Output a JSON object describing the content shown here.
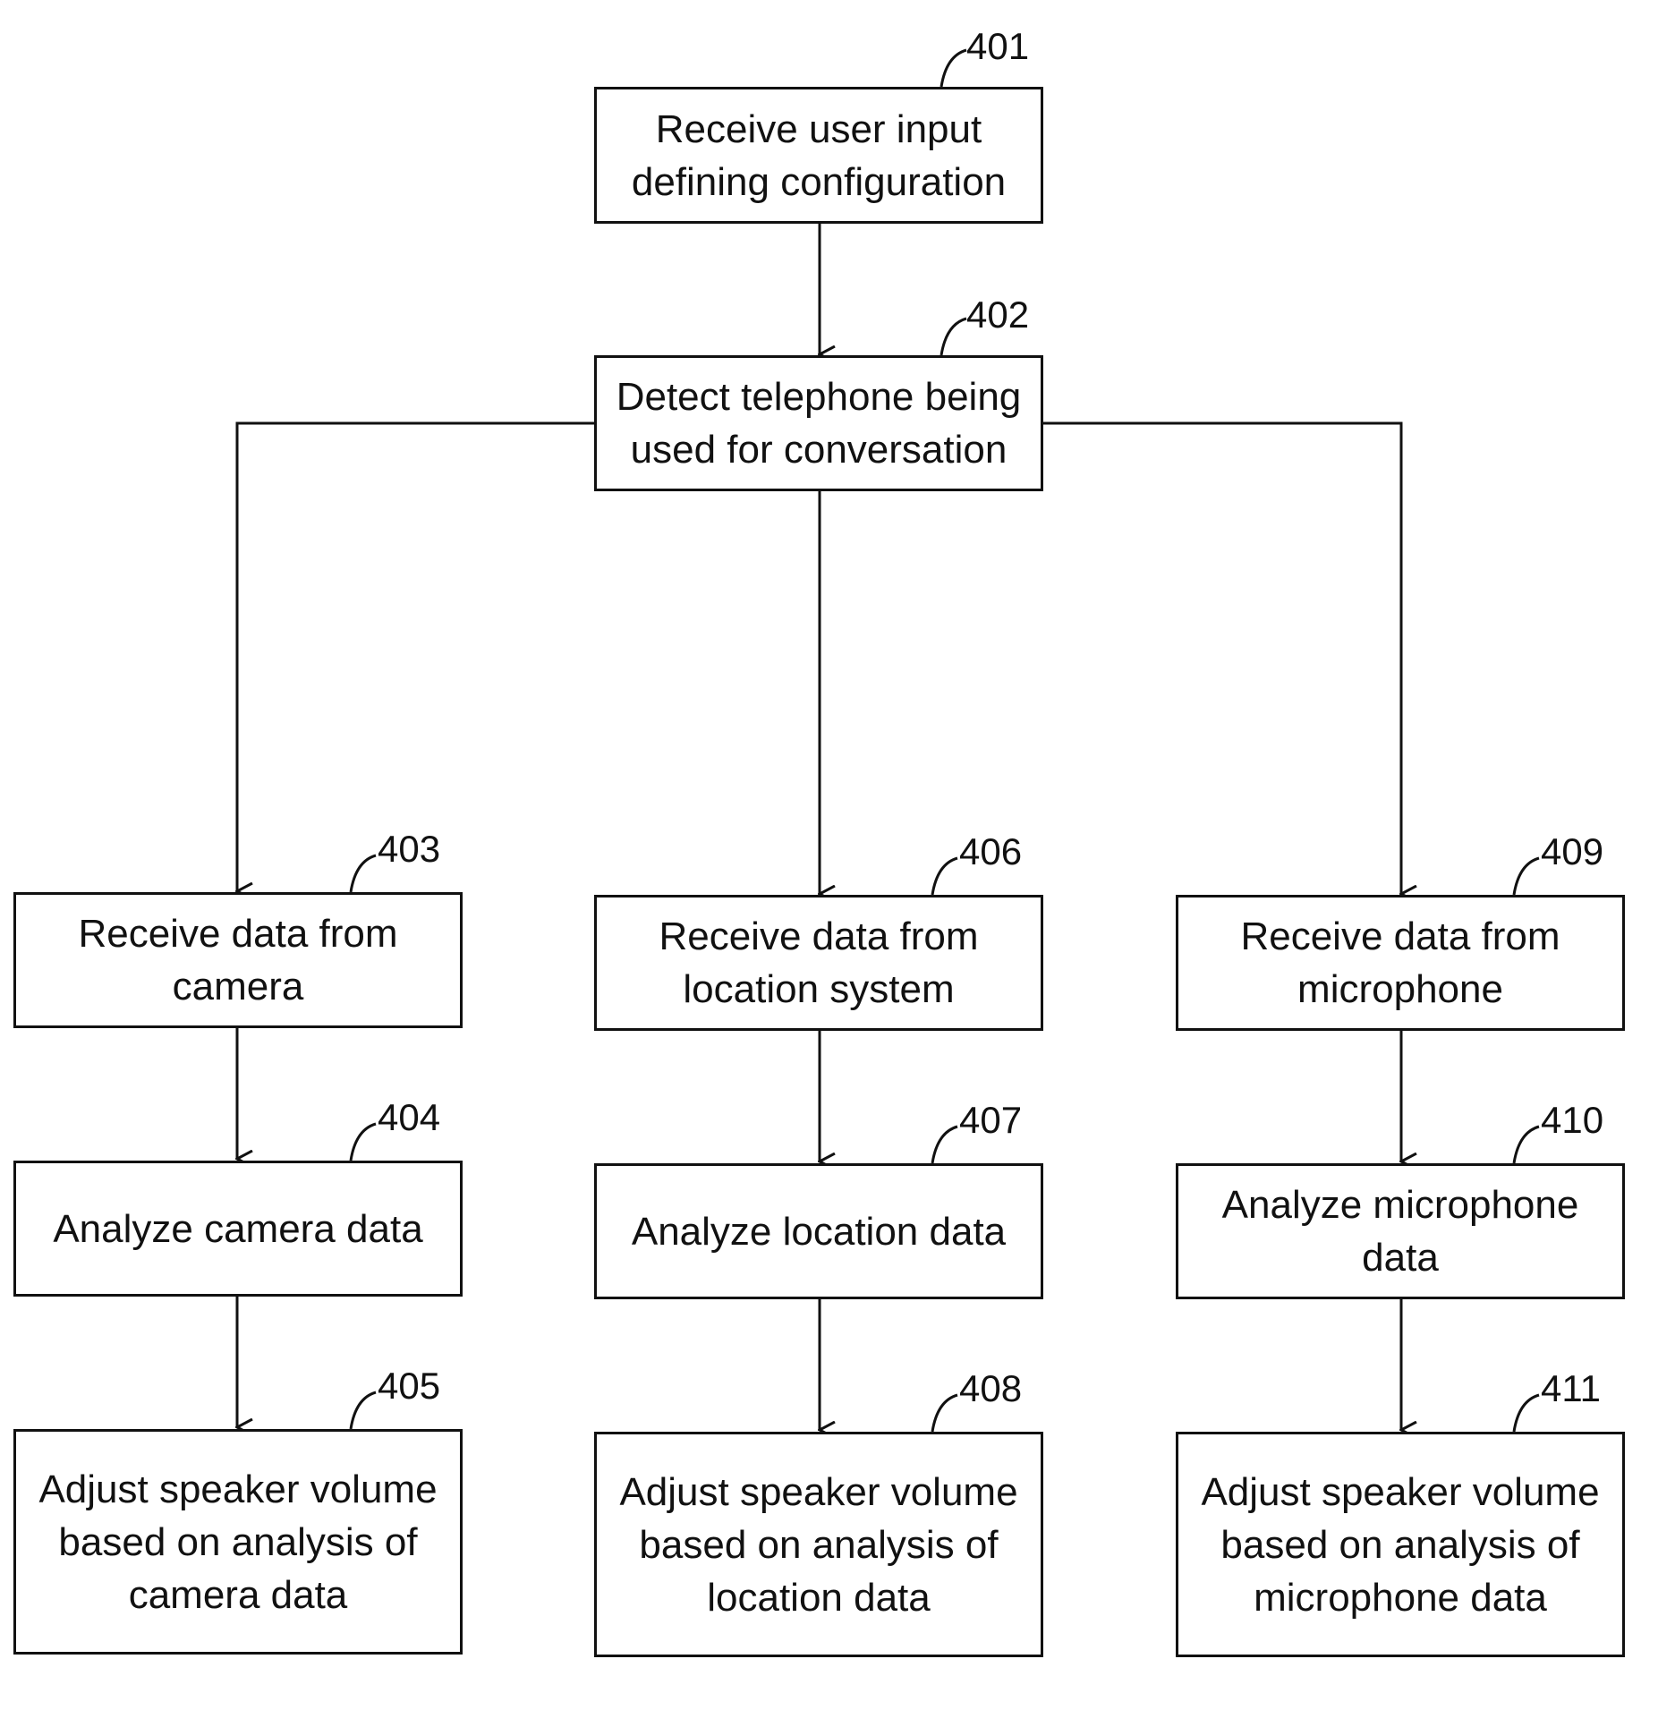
{
  "steps": {
    "s401": {
      "ref": "401",
      "text": "Receive user input\ndefining configuration"
    },
    "s402": {
      "ref": "402",
      "text": "Detect telephone being\nused for conversation"
    },
    "s403": {
      "ref": "403",
      "text": "Receive data from\ncamera"
    },
    "s404": {
      "ref": "404",
      "text": "Analyze camera data"
    },
    "s405": {
      "ref": "405",
      "text": "Adjust speaker volume\nbased on analysis of\ncamera data"
    },
    "s406": {
      "ref": "406",
      "text": "Receive data from\nlocation system"
    },
    "s407": {
      "ref": "407",
      "text": "Analyze location data"
    },
    "s408": {
      "ref": "408",
      "text": "Adjust speaker volume\nbased on analysis of\nlocation data"
    },
    "s409": {
      "ref": "409",
      "text": "Receive data from\nmicrophone"
    },
    "s410": {
      "ref": "410",
      "text": "Analyze microphone\ndata"
    },
    "s411": {
      "ref": "411",
      "text": "Adjust speaker volume\nbased on analysis of\nmicrophone data"
    }
  },
  "colors": {
    "stroke": "#111111",
    "background": "#ffffff"
  }
}
